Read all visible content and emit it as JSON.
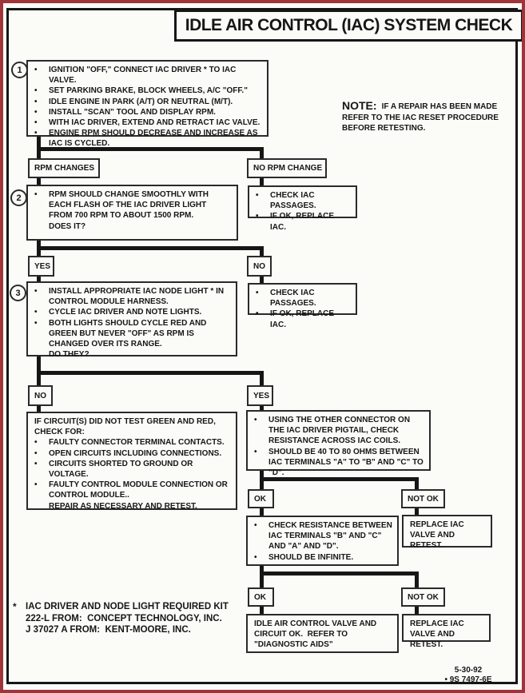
{
  "page": {
    "title": "IDLE AIR CONTROL (IAC) SYSTEM CHECK",
    "date": "5-30-92",
    "doc_number": "• 9S 7497-6E"
  },
  "glyphs": {
    "bullet": "•"
  },
  "colors": {
    "border_red": "#9e3538",
    "ink": "#161616",
    "paper": "#fbfbf8"
  },
  "note": {
    "label": "NOTE:",
    "line1": "IF A REPAIR HAS BEEN MADE",
    "line2": "REFER TO THE IAC RESET PROCEDURE",
    "line3": "BEFORE RETESTING."
  },
  "steps": {
    "s1": {
      "number": "1",
      "bullets": [
        "IGNITION \"OFF,\" CONNECT IAC DRIVER * TO IAC VALVE.",
        "SET PARKING BRAKE, BLOCK WHEELS, A/C \"OFF.\"",
        "IDLE ENGINE IN PARK (A/T) OR NEUTRAL (M/T).",
        "INSTALL \"SCAN\" TOOL AND DISPLAY RPM.",
        "WITH IAC DRIVER, EXTEND AND RETRACT IAC VALVE.",
        "ENGINE RPM SHOULD DECREASE AND INCREASE AS IAC IS CYCLED."
      ]
    },
    "s2": {
      "number": "2",
      "bullets": [
        "RPM SHOULD CHANGE SMOOTHLY WITH EACH FLASH OF THE IAC DRIVER LIGHT FROM 700 RPM TO ABOUT 1500 RPM."
      ],
      "question": "DOES IT?"
    },
    "s3": {
      "number": "3",
      "bullets": [
        "INSTALL APPROPRIATE IAC NODE LIGHT * IN CONTROL MODULE HARNESS.",
        "CYCLE IAC DRIVER AND NOTE LIGHTS.",
        "BOTH LIGHTS SHOULD CYCLE RED AND GREEN BUT NEVER \"OFF\" AS RPM IS CHANGED OVER ITS RANGE."
      ],
      "question": "DO THEY?"
    }
  },
  "labels": {
    "rpm_changes": "RPM CHANGES",
    "no_rpm_change": "NO RPM CHANGE",
    "yes1": "YES",
    "no1": "NO",
    "no2": "NO",
    "yes2": "YES",
    "ok1": "OK",
    "not_ok1": "NOT OK",
    "ok2": "OK",
    "not_ok2": "NOT OK"
  },
  "boxes": {
    "check_passages_1": [
      "CHECK IAC PASSAGES.",
      "IF OK, REPLACE IAC."
    ],
    "check_passages_2": [
      "CHECK IAC PASSAGES.",
      "IF OK, REPLACE IAC."
    ],
    "circuit_fail": {
      "intro": "IF CIRCUIT(S) DID NOT TEST GREEN AND RED, CHECK FOR:",
      "bullets": [
        "FAULTY CONNECTOR TERMINAL CONTACTS.",
        "OPEN CIRCUITS INCLUDING CONNECTIONS.",
        "CIRCUITS SHORTED TO GROUND OR VOLTAGE.",
        "FAULTY CONTROL MODULE CONNECTION OR CONTROL MODULE.."
      ],
      "tail": "REPAIR AS NECESSARY AND RETEST."
    },
    "resistance_check": [
      "USING THE OTHER CONNECTOR ON THE IAC DRIVER PIGTAIL, CHECK RESISTANCE ACROSS IAC COILS.",
      "SHOULD BE 40 TO 80 OHMS BETWEEN IAC TERMINALS \"A\" TO \"B\" AND \"C\" TO \"D\"."
    ],
    "resistance_infinite": [
      "CHECK RESISTANCE BETWEEN IAC TERMINALS \"B\" AND \"C\" AND \"A\" AND \"D\".",
      "SHOULD BE INFINITE."
    ],
    "replace_1": "REPLACE IAC VALVE AND RETEST.",
    "replace_2": "REPLACE IAC VALVE AND RETEST.",
    "circuit_ok": "IDLE AIR CONTROL VALVE AND CIRCUIT OK.  REFER TO \"DIAGNOSTIC AIDS\""
  },
  "footnote": {
    "marker": "*",
    "line1": "IAC DRIVER AND NODE LIGHT REQUIRED KIT",
    "line2": "222-L FROM:  CONCEPT TECHNOLOGY, INC.",
    "line3": "J 37027 A FROM:  KENT-MOORE, INC."
  }
}
